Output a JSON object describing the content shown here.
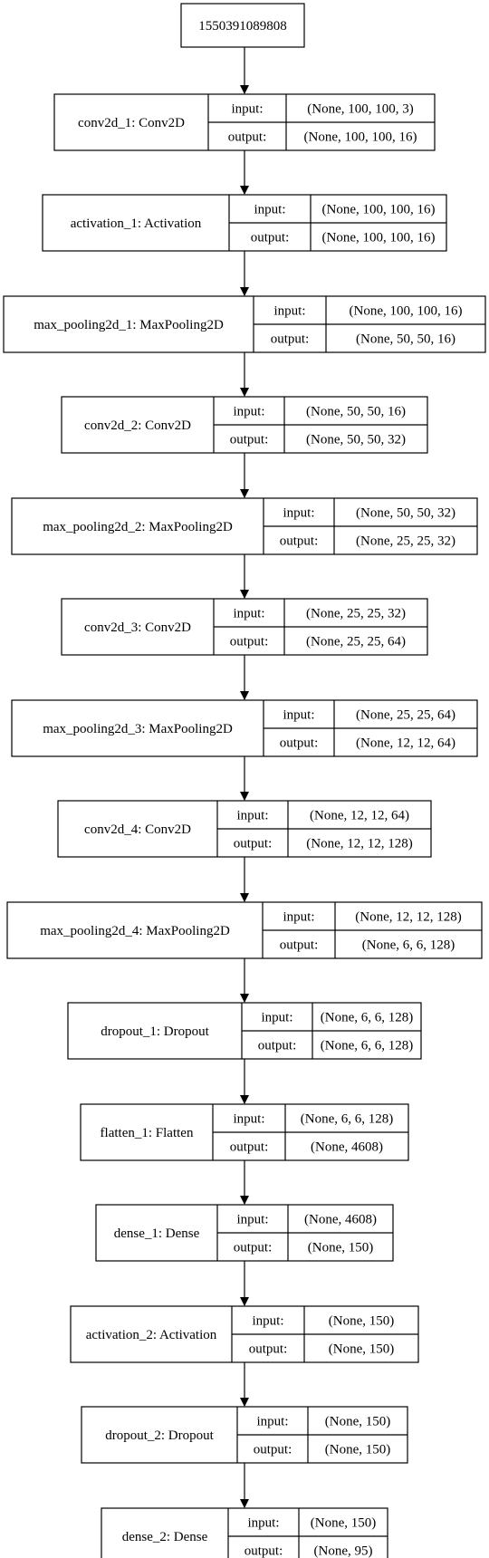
{
  "input_node": {
    "label": "1550391089808"
  },
  "port_labels": {
    "input": "input:",
    "output": "output:"
  },
  "layers": [
    {
      "name": "conv2d_1: Conv2D",
      "input": "(None, 100, 100, 3)",
      "output": "(None, 100, 100, 16)"
    },
    {
      "name": "activation_1: Activation",
      "input": "(None, 100, 100, 16)",
      "output": "(None, 100, 100, 16)"
    },
    {
      "name": "max_pooling2d_1: MaxPooling2D",
      "input": "(None, 100, 100, 16)",
      "output": "(None, 50, 50, 16)"
    },
    {
      "name": "conv2d_2: Conv2D",
      "input": "(None, 50, 50, 16)",
      "output": "(None, 50, 50, 32)"
    },
    {
      "name": "max_pooling2d_2: MaxPooling2D",
      "input": "(None, 50, 50, 32)",
      "output": "(None, 25, 25, 32)"
    },
    {
      "name": "conv2d_3: Conv2D",
      "input": "(None, 25, 25, 32)",
      "output": "(None, 25, 25, 64)"
    },
    {
      "name": "max_pooling2d_3: MaxPooling2D",
      "input": "(None, 25, 25, 64)",
      "output": "(None, 12, 12, 64)"
    },
    {
      "name": "conv2d_4: Conv2D",
      "input": "(None, 12, 12, 64)",
      "output": "(None, 12, 12, 128)"
    },
    {
      "name": "max_pooling2d_4: MaxPooling2D",
      "input": "(None, 12, 12, 128)",
      "output": "(None, 6, 6, 128)"
    },
    {
      "name": "dropout_1: Dropout",
      "input": "(None, 6, 6, 128)",
      "output": "(None, 6, 6, 128)"
    },
    {
      "name": "flatten_1: Flatten",
      "input": "(None, 6, 6, 128)",
      "output": "(None, 4608)"
    },
    {
      "name": "dense_1: Dense",
      "input": "(None, 4608)",
      "output": "(None, 150)"
    },
    {
      "name": "activation_2: Activation",
      "input": "(None, 150)",
      "output": "(None, 150)"
    },
    {
      "name": "dropout_2: Dropout",
      "input": "(None, 150)",
      "output": "(None, 150)"
    },
    {
      "name": "dense_2: Dense",
      "input": "(None, 150)",
      "output": "(None, 95)"
    }
  ]
}
